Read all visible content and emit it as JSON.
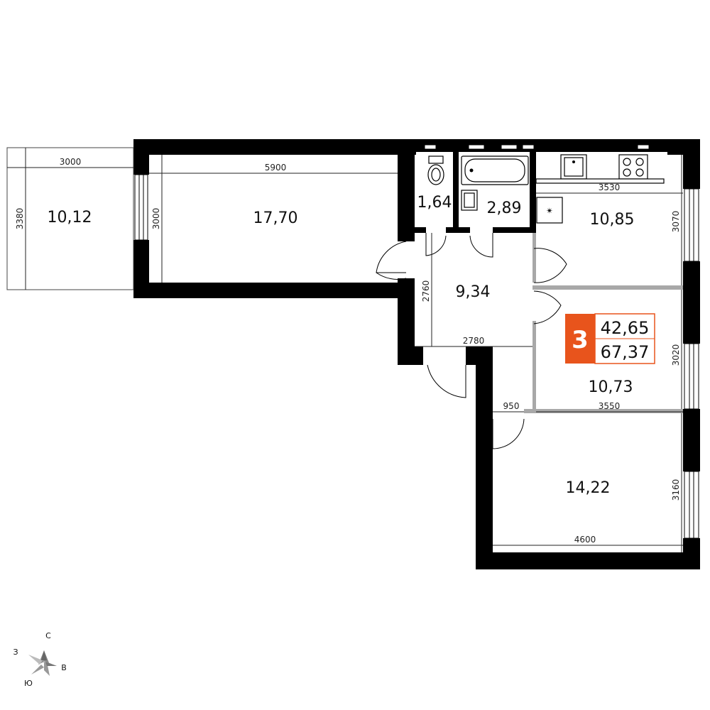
{
  "rooms": {
    "balcony": "10,12",
    "living": "17,70",
    "wc": "1,64",
    "bath": "2,89",
    "kitchen": "10,85",
    "hall": "9,34",
    "bedroom1": "10,73",
    "bedroom2": "14,22"
  },
  "dimensions": {
    "balcony_w": "3000",
    "balcony_h": "3380",
    "living_w": "5900",
    "living_h": "3000",
    "kitchen_w": "3530",
    "kitchen_h": "3070",
    "hall_h": "2760",
    "hall_w": "2780",
    "bedroom1_h": "3020",
    "bedroom1_w": "3550",
    "corridor_w": "950",
    "bedroom2_h": "3160",
    "bedroom2_w": "4600"
  },
  "badge": {
    "rooms_count": "3",
    "living_area": "42,65",
    "total_area": "67,37",
    "accent_color": "#e8541c"
  },
  "compass": {
    "north": "С",
    "east": "В",
    "south": "Ю",
    "west": "З"
  }
}
